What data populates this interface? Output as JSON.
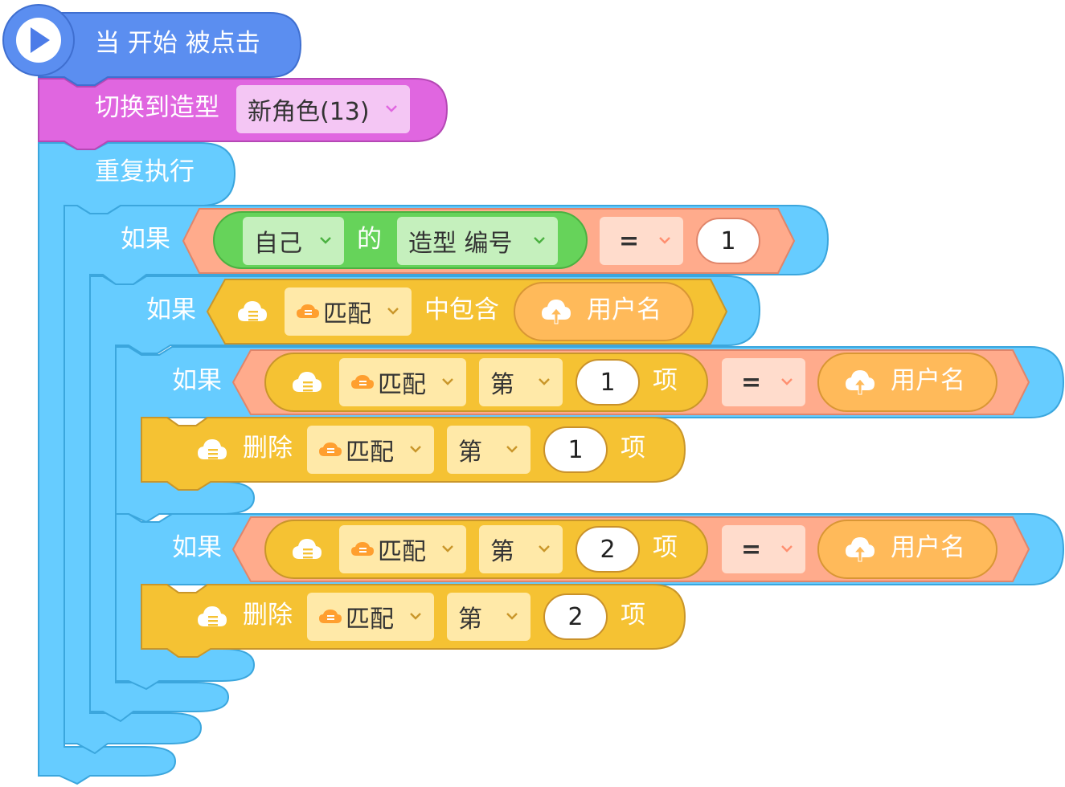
{
  "hat": {
    "label": "当 开始 被点击"
  },
  "switch_costume": {
    "label": "切换到造型",
    "costume": "新角色(13)"
  },
  "forever": {
    "label": "重复执行"
  },
  "if1": {
    "label": "如果",
    "sensing_target": "自己",
    "of_label": "的",
    "property": "造型 编号",
    "operator": "=",
    "value": "1"
  },
  "if2": {
    "label": "如果",
    "list_name": "匹配",
    "contains_label": "中包含",
    "username_label": "用户名"
  },
  "if3": {
    "label": "如果",
    "list_name": "匹配",
    "index_mode": "第",
    "index_value": "1",
    "item_label": "项",
    "operator": "=",
    "username_label": "用户名"
  },
  "delete1": {
    "label": "删除",
    "list_name": "匹配",
    "index_mode": "第",
    "index_value": "1",
    "item_label": "项"
  },
  "if4": {
    "label": "如果",
    "list_name": "匹配",
    "index_mode": "第",
    "index_value": "2",
    "item_label": "项",
    "operator": "=",
    "username_label": "用户名"
  },
  "delete2": {
    "label": "删除",
    "list_name": "匹配",
    "index_mode": "第",
    "index_value": "2",
    "item_label": "项"
  },
  "colors": {
    "events": "#5b8ef0",
    "looks": "#e066e0",
    "control": "#66c9ff",
    "sensing": "#66d35a",
    "operators": "#ffab8c",
    "list": "#f5c233",
    "username": "#ffba5a"
  }
}
